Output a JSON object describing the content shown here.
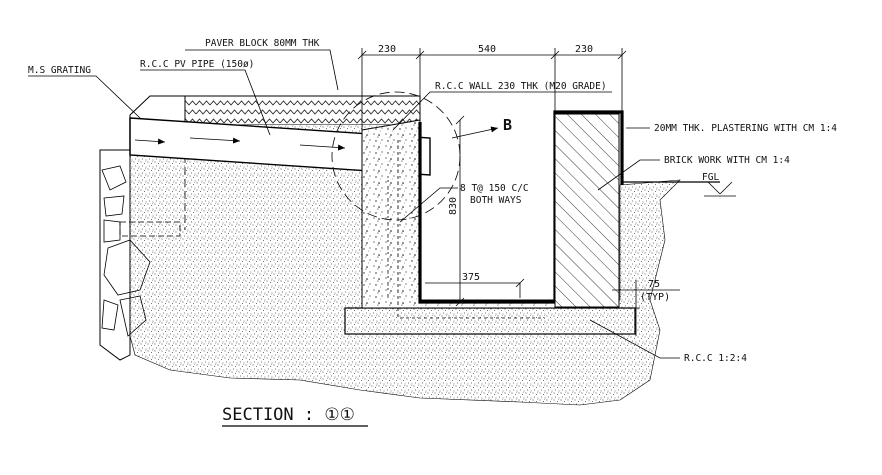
{
  "labels": {
    "paver_block": "PAVER BLOCK 80MM THK",
    "ms_grating": "M.S GRATING",
    "pipe": "R.C.C PV PIPE (150ø)",
    "rcc_wall": "R.C.C WALL 230 THK (M20 GRADE)",
    "detail_ref": "B",
    "plastering": "20MM THK. PLASTERING WITH CM 1:4",
    "brick_work": "BRICK WORK WITH CM 1:4",
    "fgl": "FGL",
    "reinf_line1": "8 T@ 150 C/C",
    "reinf_line2": "BOTH WAYS",
    "base_thk": "75",
    "base_typ": "(TYP)",
    "pcc": "R.C.C 1:2:4",
    "section_title": "SECTION : ①①"
  },
  "dimensions": {
    "left_wall": "230",
    "channel_width": "540",
    "right_wall": "230",
    "depth": "830",
    "inner": "375"
  },
  "colors": {
    "ink": "#000000",
    "hatch": "#222222",
    "paper": "#ffffff"
  }
}
